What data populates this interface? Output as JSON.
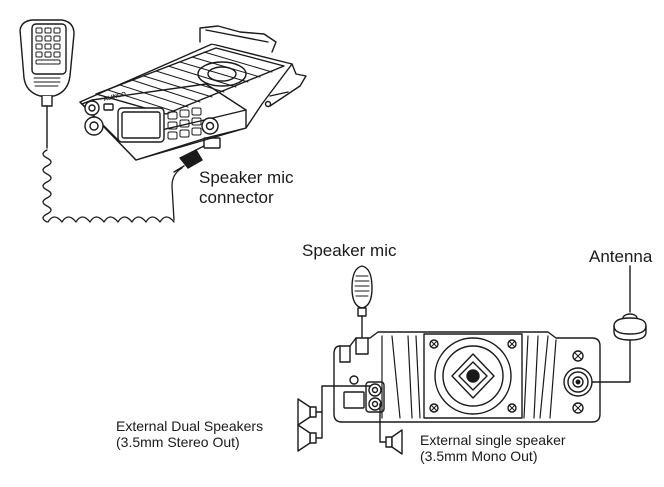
{
  "labels": {
    "speaker_mic_connector": [
      "Speaker mic",
      "connector"
    ],
    "speaker_mic": "Speaker mic",
    "antenna": "Antenna",
    "external_dual_speakers": [
      "External Dual Speakers",
      "(3.5mm Stereo Out)"
    ],
    "external_single_speaker": [
      "External single speaker",
      "(3.5mm Mono Out)"
    ]
  },
  "radio_brand": "ALINCO",
  "colors": {
    "line": "#1a1a1a",
    "background": "#ffffff"
  }
}
